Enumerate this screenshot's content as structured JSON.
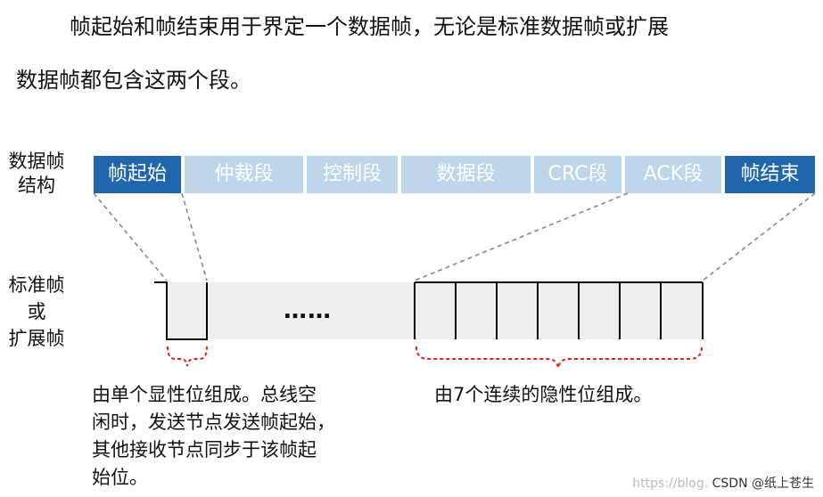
{
  "intro": {
    "line1": "帧起始和帧结束用于界定一个数据帧，无论是标准数据帧或扩展",
    "line2": "数据帧都包含这两个段。"
  },
  "labels": {
    "frame_structure": [
      "数据帧",
      "结构"
    ],
    "std_ext": [
      "标准帧",
      "或",
      "扩展帧"
    ]
  },
  "segments": [
    {
      "label": "帧起始"
    },
    {
      "label": "仲裁段"
    },
    {
      "label": "控制段"
    },
    {
      "label": "数据段"
    },
    {
      "label": "CRC段"
    },
    {
      "label": "ACK段"
    },
    {
      "label": "帧结束"
    }
  ],
  "ellipsis": "……",
  "notes": {
    "sof": [
      "由单个显性位组成。总线空",
      "闲时，发送节点发送帧起始，",
      "其他接收节点同步于该帧起",
      "始位。"
    ],
    "eof": "由7个连续的隐性位组成。"
  },
  "watermark": {
    "url": "https://blog.",
    "brand": "CSDN @纸上苍生"
  },
  "colors": {
    "dark_segment": "#1f66ad",
    "light_segment": "#bdd6ea",
    "brace": "#e0211f",
    "dashed_guide": "#888888"
  }
}
